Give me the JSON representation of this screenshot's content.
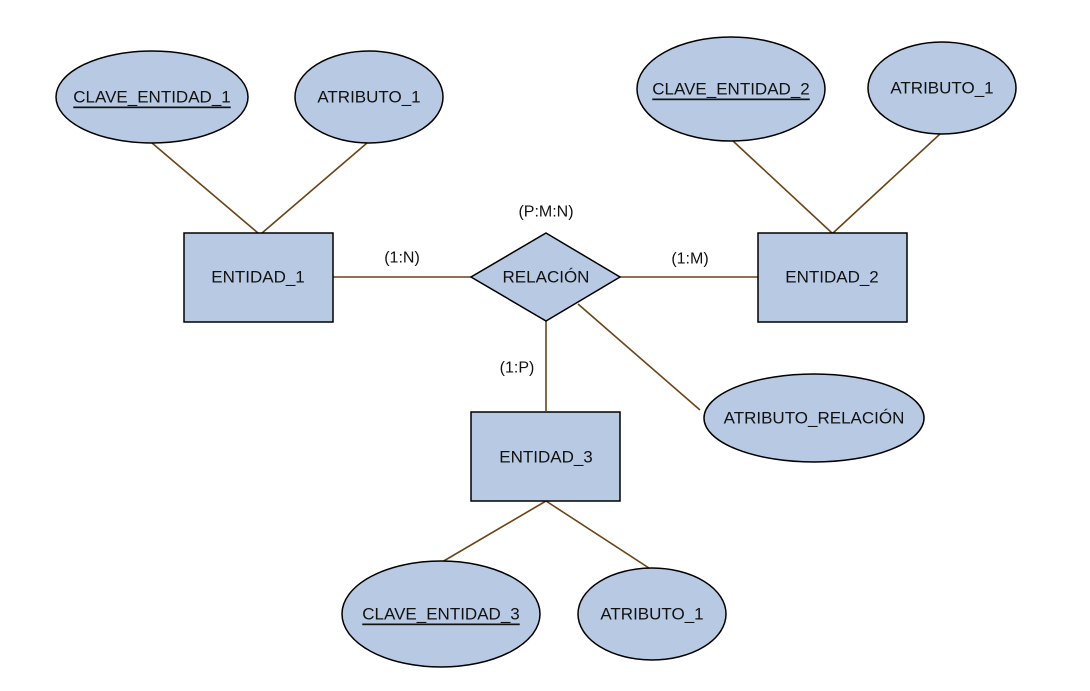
{
  "entities": {
    "entity_1": "ENTIDAD_1",
    "entity_2": "ENTIDAD_2",
    "entity_3": "ENTIDAD_3"
  },
  "relationship": {
    "label": "RELACIÓN",
    "cardinality": "(P:M:N)",
    "attribute": "ATRIBUTO_RELACIÓN"
  },
  "attributes": {
    "entity_1_key": "CLAVE_ENTIDAD_1",
    "entity_1_attr": "ATRIBUTO_1",
    "entity_2_key": "CLAVE_ENTIDAD_2",
    "entity_2_attr": "ATRIBUTO_1",
    "entity_3_key": "CLAVE_ENTIDAD_3",
    "entity_3_attr": "ATRIBUTO_1"
  },
  "cardinalities": {
    "entity_1": "(1:N)",
    "entity_2": "(1:M)",
    "entity_3": "(1:P)"
  },
  "colors": {
    "shape_fill": "#b8c9e3",
    "shape_stroke": "#000000",
    "connector": "#6b4417"
  }
}
